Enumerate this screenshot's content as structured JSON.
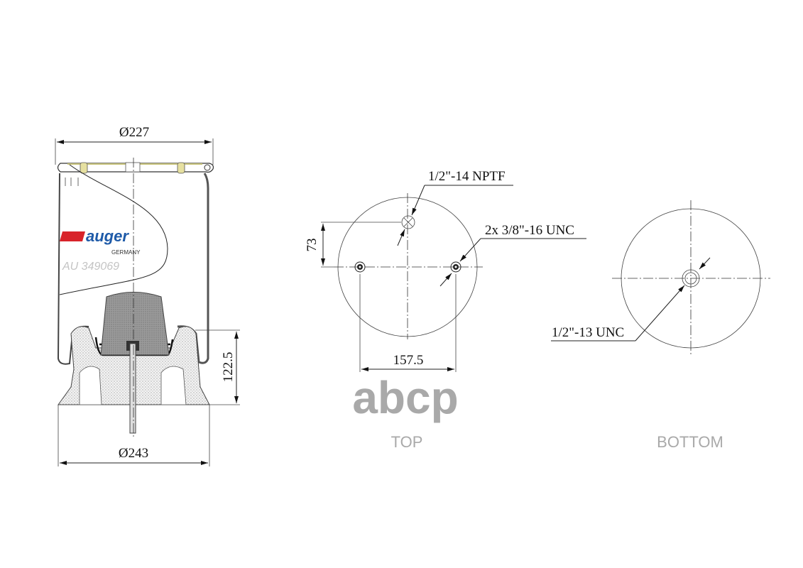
{
  "side_view": {
    "top_diameter": "Ø227",
    "bottom_diameter": "Ø243",
    "height_dimension": "122.5",
    "brand": {
      "name": "auger",
      "country": "GERMANY",
      "part_number": "AU 349069",
      "red": "#d8232a",
      "blue": "#1e5aa8"
    }
  },
  "top_view": {
    "port_label": "1/2\"-14 NPTF",
    "studs_label": "2x 3/8\"-16 UNC",
    "offset_dimension": "73",
    "spacing_dimension": "157.5",
    "caption": "TOP"
  },
  "bottom_view": {
    "thread_label": "1/2\"-13 UNC",
    "caption": "BOTTOM"
  },
  "watermark": "abcp"
}
